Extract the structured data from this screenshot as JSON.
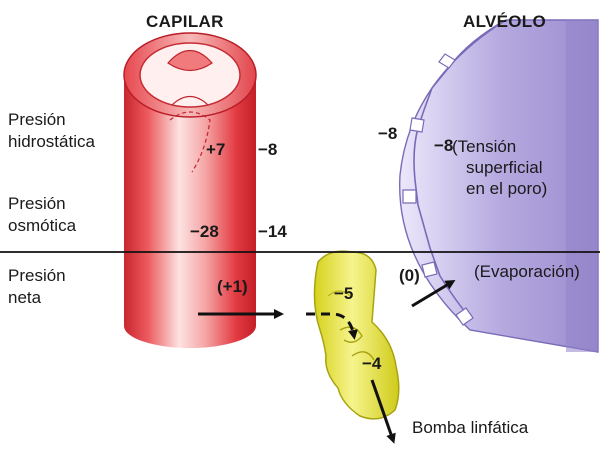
{
  "headers": {
    "capillary": "CAPILAR",
    "alveolus": "ALVÉOLO"
  },
  "row_labels": {
    "hydrostatic": [
      "Presión",
      "hidrostática"
    ],
    "osmotic": [
      "Presión",
      "osmótica"
    ],
    "net": [
      "Presión",
      "neta"
    ]
  },
  "values": {
    "capillary_hydrostatic": "+7",
    "interstitial_hydrostatic": "−8",
    "alveolar_hydrostatic": "−8",
    "pore_pressure": "−8",
    "capillary_osmotic": "−28",
    "interstitial_osmotic": "−14",
    "net_capillary": "(+1)",
    "interstitial_fluid": "−5",
    "lymphatic_pressure": "−4",
    "evaporation_pressure": "(0)"
  },
  "annotations": {
    "surface_tension": [
      "(Tensión",
      "superficial",
      "en el poro)"
    ],
    "evaporation": "(Evaporación)",
    "lymphatic_pump": "Bomba linfática"
  },
  "colors": {
    "capillary": "#e0303a",
    "capillary_light": "#f7c2c2",
    "alveolus": "#a89ad6",
    "lymphatic": "#e3e14a",
    "line": "#111111"
  }
}
